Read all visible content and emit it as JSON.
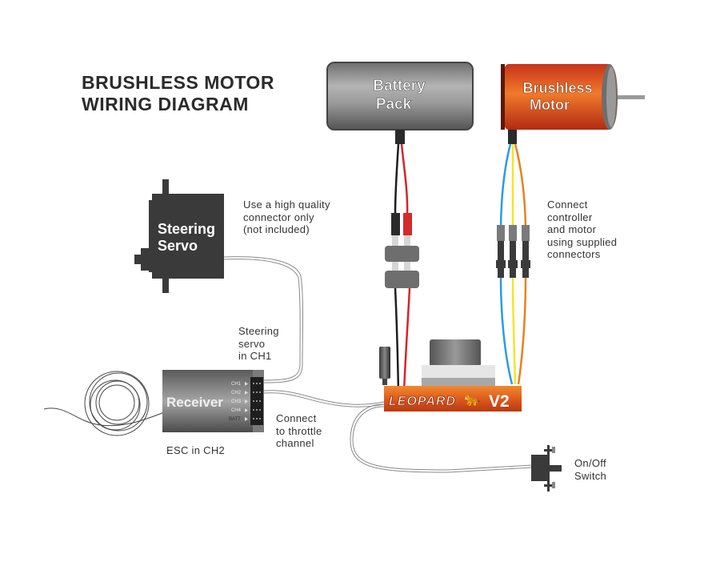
{
  "title": {
    "line1": "BRUSHLESS MOTOR",
    "line2": "WIRING DIAGRAM"
  },
  "components": {
    "battery": {
      "line1": "Battery",
      "line2": "Pack"
    },
    "motor": {
      "line1": "Brushless",
      "line2": "Motor"
    },
    "servo": {
      "line1": "Steering",
      "line2": "Servo"
    },
    "receiver": {
      "label": "Receiver",
      "channels": [
        "CH1",
        "CH2",
        "CH3",
        "CH4",
        "BATT"
      ]
    },
    "esc": {
      "brand": "LEOPARD",
      "model": "V2"
    },
    "switch": {
      "line1": "On/Off",
      "line2": "Switch"
    }
  },
  "annotations": {
    "connector_note": [
      "Use a high quality",
      "connector only",
      "(not included)"
    ],
    "motor_connect": [
      "Connect",
      "controller",
      "and motor",
      "using supplied",
      "connectors"
    ],
    "servo_channel": [
      "Steering",
      "servo",
      "in CH1"
    ],
    "throttle": [
      "Connect",
      "to throttle",
      "channel"
    ],
    "esc_channel": "ESC in CH2"
  },
  "colors": {
    "battery_body": "#8a8a8a",
    "motor_body": "#e0531c",
    "esc_body": "#e0601e",
    "servo_body": "#3a3a3a",
    "wire_black": "#1e1e1e",
    "wire_red": "#d8232a",
    "wire_blue": "#2c9be0",
    "wire_yellow": "#f3e52a",
    "wire_orange": "#e6821e"
  }
}
